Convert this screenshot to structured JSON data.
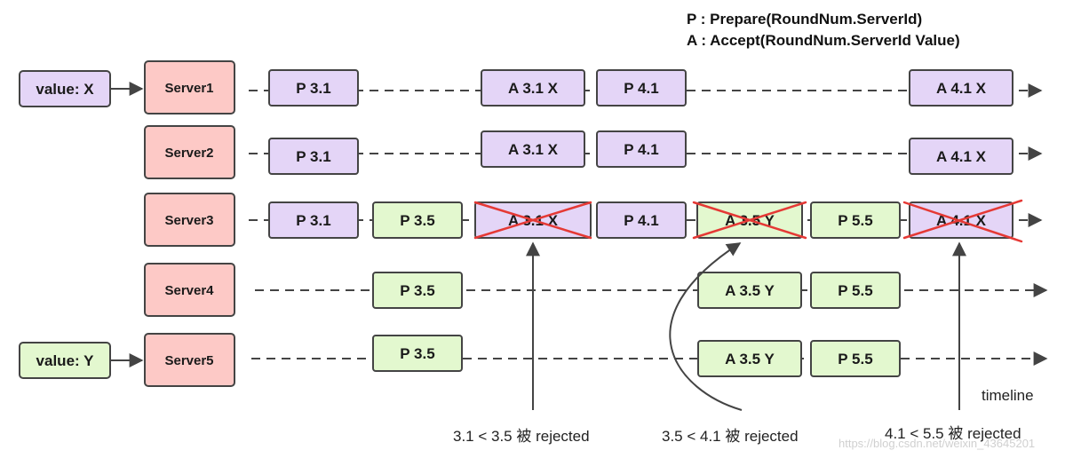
{
  "legend": {
    "prepare": "P : Prepare(RoundNum.ServerId)",
    "accept": "A : Accept(RoundNum.ServerId Value)"
  },
  "colors": {
    "purple_fill": "#e4d5f7",
    "green_fill": "#e3f8cf",
    "server_fill": "#fdc9c6",
    "box_stroke": "#444444",
    "cross": "#e53935",
    "line": "#444444"
  },
  "values": {
    "x": "value: X",
    "y": "value: Y"
  },
  "servers": [
    "Server1",
    "Server2",
    "Server3",
    "Server4",
    "Server5"
  ],
  "messages": {
    "p31": "P 3.1",
    "p35": "P 3.5",
    "p41": "P 4.1",
    "p55": "P 5.5",
    "a31x": "A 3.1 X",
    "a35y": "A 3.5 Y",
    "a41x": "A 4.1 X"
  },
  "annotations": {
    "r1": "3.1 < 3.5 被 rejected",
    "r2": "3.5 < 4.1 被 rejected",
    "r3": "4.1 < 5.5 被 rejected",
    "timeline": "timeline"
  },
  "watermark": "https://blog.csdn.net/weixin_43645201"
}
